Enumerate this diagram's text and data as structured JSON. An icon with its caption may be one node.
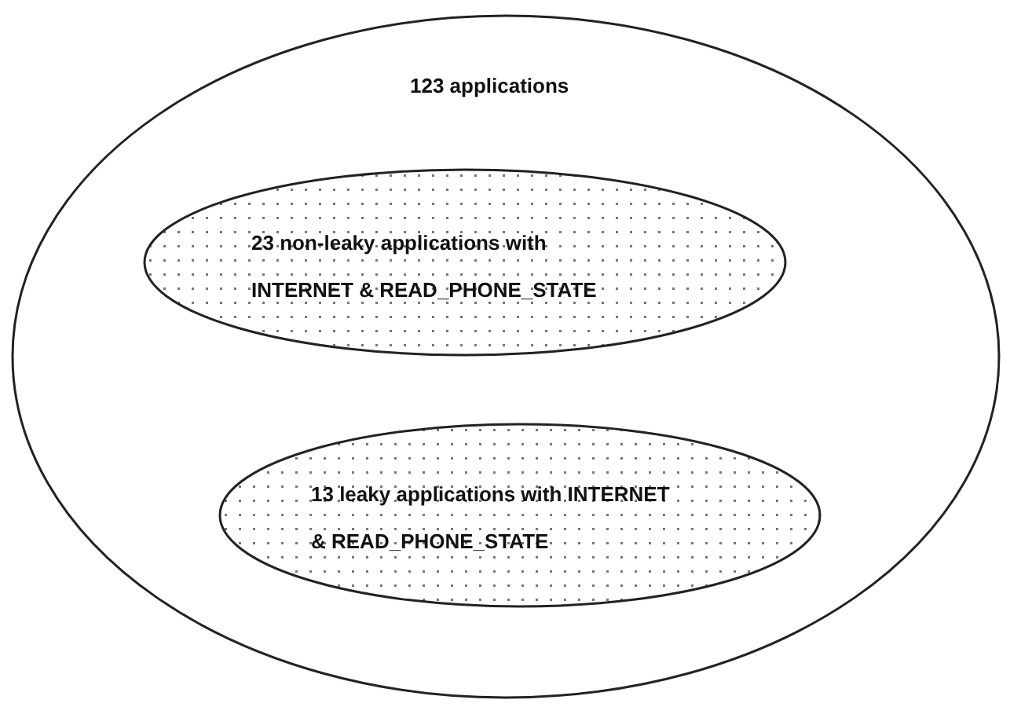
{
  "diagram": {
    "nodes": [
      {
        "text": [
          "123 applications"
        ]
      },
      {
        "text": [
          "23 non-leaky applications with INTERNET & READ_PHONE_STATE"
        ],
        "in": 0
      },
      {
        "text": [
          "13 leaky applications with INTERNET & READ_PHONE_STATE"
        ],
        "in": 0
      }
    ]
  }
}
